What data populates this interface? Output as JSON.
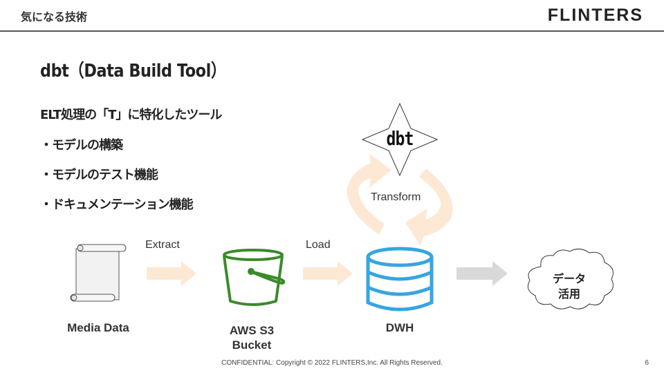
{
  "header": {
    "section_title": "気になる技術",
    "brand": "FLINTERS"
  },
  "slide": {
    "title": "dbt（Data Build Tool）",
    "bullets": [
      "ELT処理の「T」に特化したツール",
      "・モデルの構築",
      "・モデルのテスト機能",
      "・ドキュメンテーション機能"
    ]
  },
  "diagram": {
    "dbt_label": "dbt",
    "transform_label": "Transform",
    "extract_label": "Extract",
    "load_label": "Load",
    "media_label": "Media Data",
    "s3_label_line1": "AWS S3",
    "s3_label_line2": "Bucket",
    "dwh_label": "DWH",
    "usage_line1": "データ",
    "usage_line2": "活用",
    "colors": {
      "arrow_peach": "#fde8d4",
      "arrow_gray": "#d9d9d9",
      "bucket_green": "#3a8a2a",
      "db_blue": "#35a6e0"
    }
  },
  "footer": {
    "copyright": "CONFIDENTIAL: Copyright © 2022 FLINTERS,Inc. All Rights Reserved.",
    "page_number": "6"
  }
}
